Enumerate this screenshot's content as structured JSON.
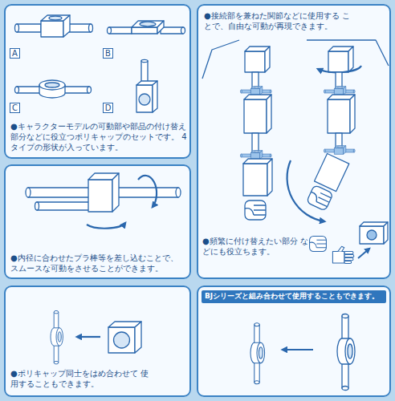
{
  "diagram": {
    "nodes": [
      {
        "text": [
          "●キャラクターモデルの可動部や部品の付け替え 部分などに役立つポリキャップのセットです。 4タイプの形状が入っています。"
        ]
      },
      {
        "text": [
          "A"
        ],
        "in": 0
      },
      {
        "text": [
          "B"
        ],
        "in": 0
      },
      {
        "text": [
          "C"
        ],
        "in": 0
      },
      {
        "text": [
          "D"
        ],
        "in": 0
      },
      {
        "text": [
          "●内径に合わせたプラ棒等を差し込むことで、 スムースな可動をさせることができます。"
        ]
      },
      {
        "text": [
          "●ポリキャップ同士をはめ合わせて 使用することもできます。"
        ]
      },
      {
        "text": [
          "●接続部を兼ねた関節などに使用する ことで、自由な可動が再現できます。",
          "●頻繁に付け替えたい部分 などにも役立ちます。"
        ]
      },
      {
        "text": [
          "BJシリーズと組み合わせて使用することもできます。"
        ]
      }
    ]
  }
}
